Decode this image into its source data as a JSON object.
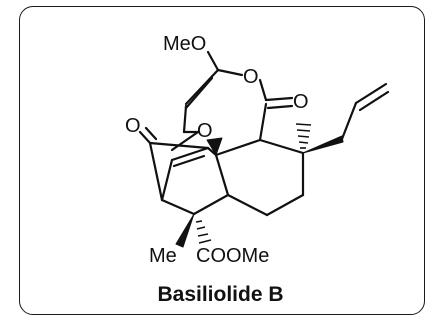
{
  "compound": {
    "name": "Basiliolide B"
  },
  "atom_labels": {
    "methoxy_top": "MeO",
    "ring_oxygen": "O",
    "lactone_carbonyl_oxygen": "O",
    "ketone_oxygen": "O",
    "bridge_oxygen": "O",
    "methyl": "Me",
    "ester": "COOMe"
  }
}
